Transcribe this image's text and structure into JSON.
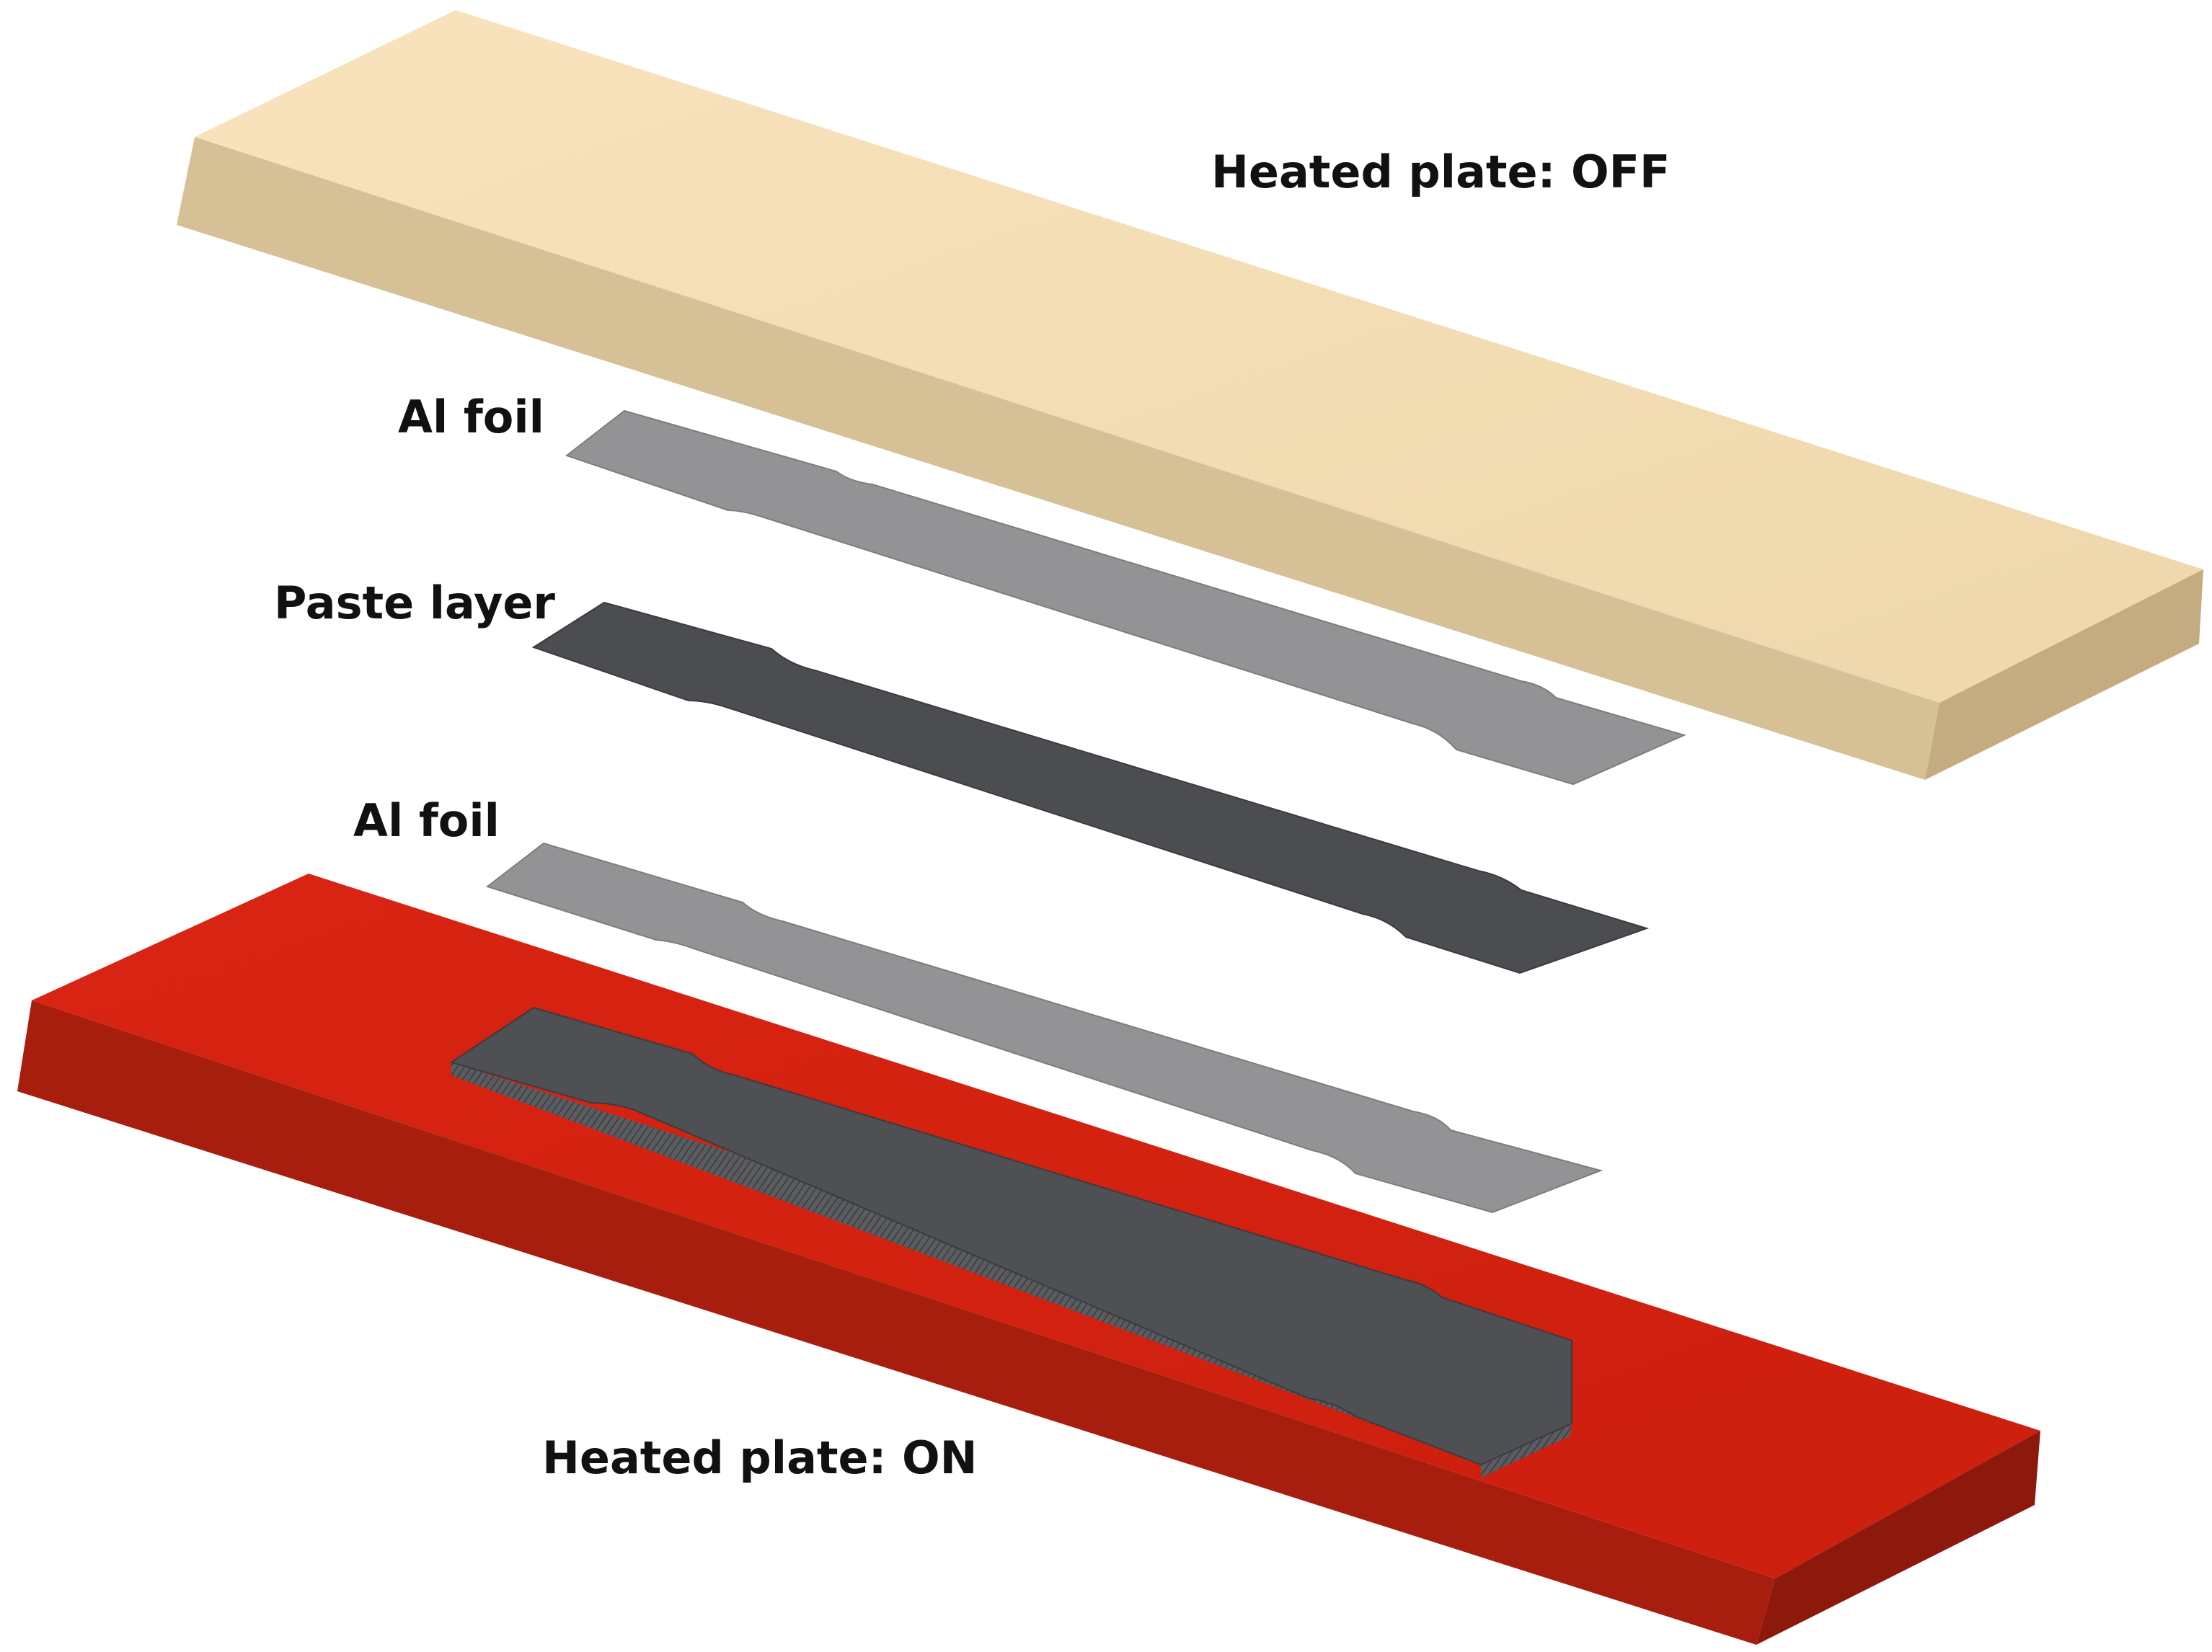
{
  "labels": {
    "top_plate": "Heated plate: OFF",
    "upper_foil": "Al foil",
    "paste": "Paste layer",
    "lower_foil": "Al foil",
    "bottom_plate": "Heated plate: ON"
  },
  "colors": {
    "plate_off_top": "#f2dcb3",
    "plate_off_front": "#d5bf93",
    "plate_off_side": "#c5ad82",
    "plate_on_top": "#d4200f",
    "plate_on_front": "#a81e0e",
    "plate_on_side": "#8c190c",
    "foil": "#939396",
    "paste": "#4b4d50",
    "label_text": "#111111"
  }
}
